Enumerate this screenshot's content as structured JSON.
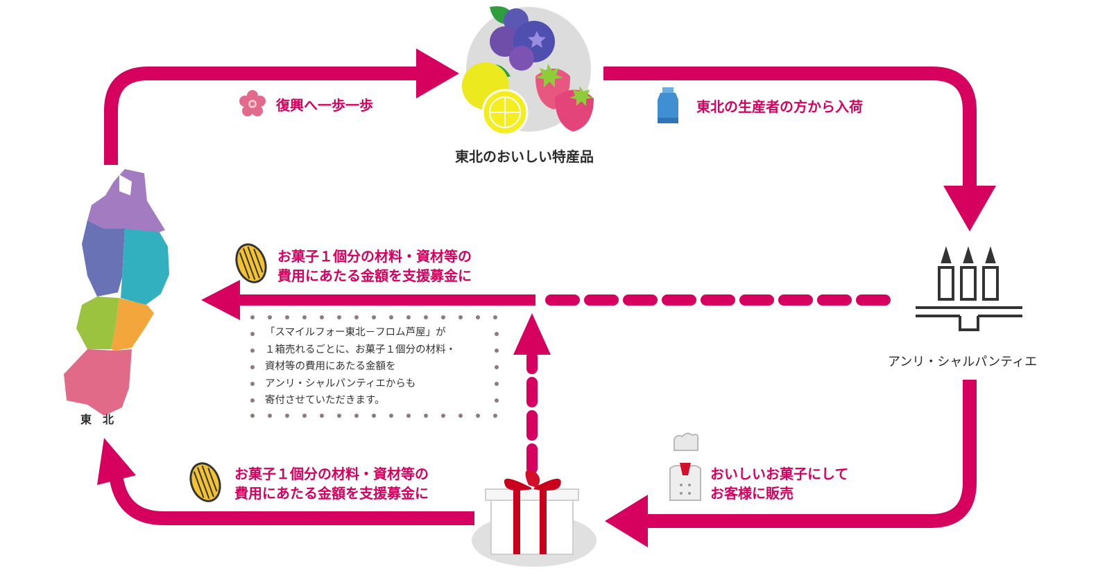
{
  "colors": {
    "accent": "#d6005f",
    "text_dark": "#2b2b2b"
  },
  "labels": {
    "fukkou": "復興へ一歩一歩",
    "tokusanhin": "東北のおいしい特産品",
    "nyuka": "東北の生産者の方から入荷",
    "brand": "アンリ・シャルパンティエ",
    "tohoku": "東　北",
    "donation_upper": [
      "お菓子１個分の材料・資材等の",
      "費用にあたる金額を支援募金に"
    ],
    "donation_lower": [
      "お菓子１個分の材料・資材等の",
      "費用にあたる金額を支援募金に"
    ],
    "sales": [
      "おいしいお菓子にして",
      "お客様に販売"
    ]
  },
  "note_lines": [
    "「スマイルフォー東北－フロム芦屋」が",
    "１箱売れるごとに、お菓子１個分の材料・",
    "資材等の費用にあたる金額を",
    "アンリ・シャルパンティエからも",
    "寄付させていただきます。"
  ],
  "icons": [
    "flower-icon",
    "fruit-illustration",
    "milk-can-icon",
    "candle-logo",
    "tohoku-map",
    "madeleine-icon",
    "gift-box-icon",
    "pastry-chef-icon"
  ]
}
